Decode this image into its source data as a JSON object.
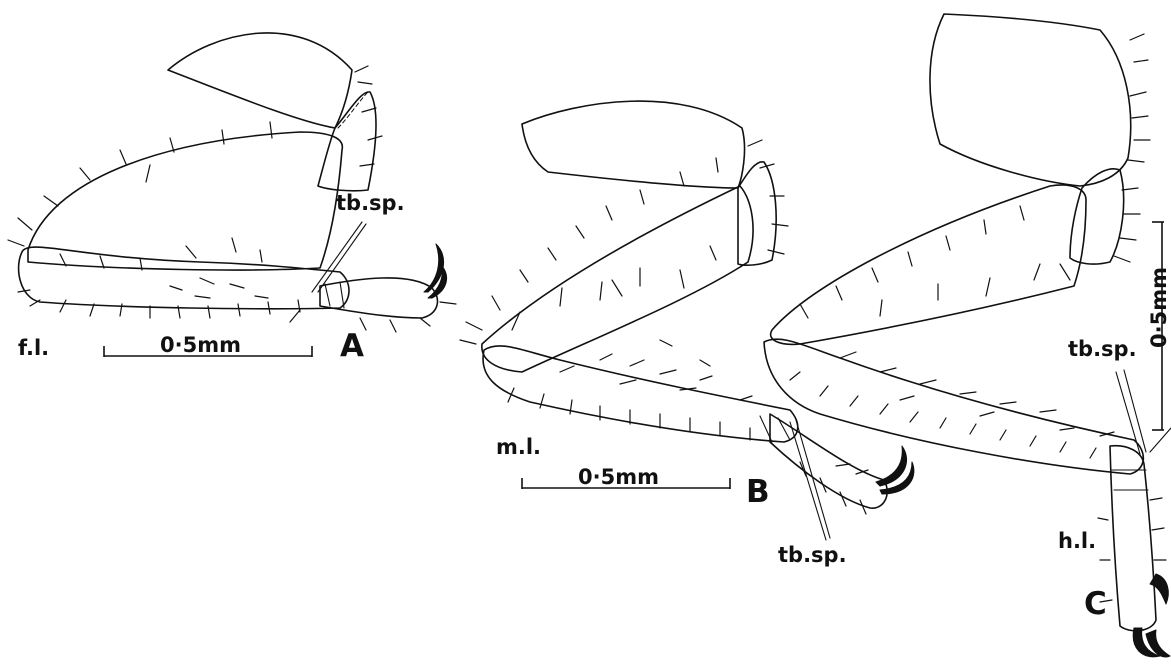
{
  "figure": {
    "panels": [
      {
        "letter": "A",
        "leg_label": "f.l.",
        "spine_label": "tb.sp.",
        "scale_label": "0·5mm"
      },
      {
        "letter": "B",
        "leg_label": "m.l.",
        "spine_label": "tb.sp.",
        "scale_label": "0·5mm"
      },
      {
        "letter": "C",
        "leg_label": "h.l.",
        "spine_label": "tb.sp.",
        "scale_label": "0·5mm"
      }
    ]
  }
}
